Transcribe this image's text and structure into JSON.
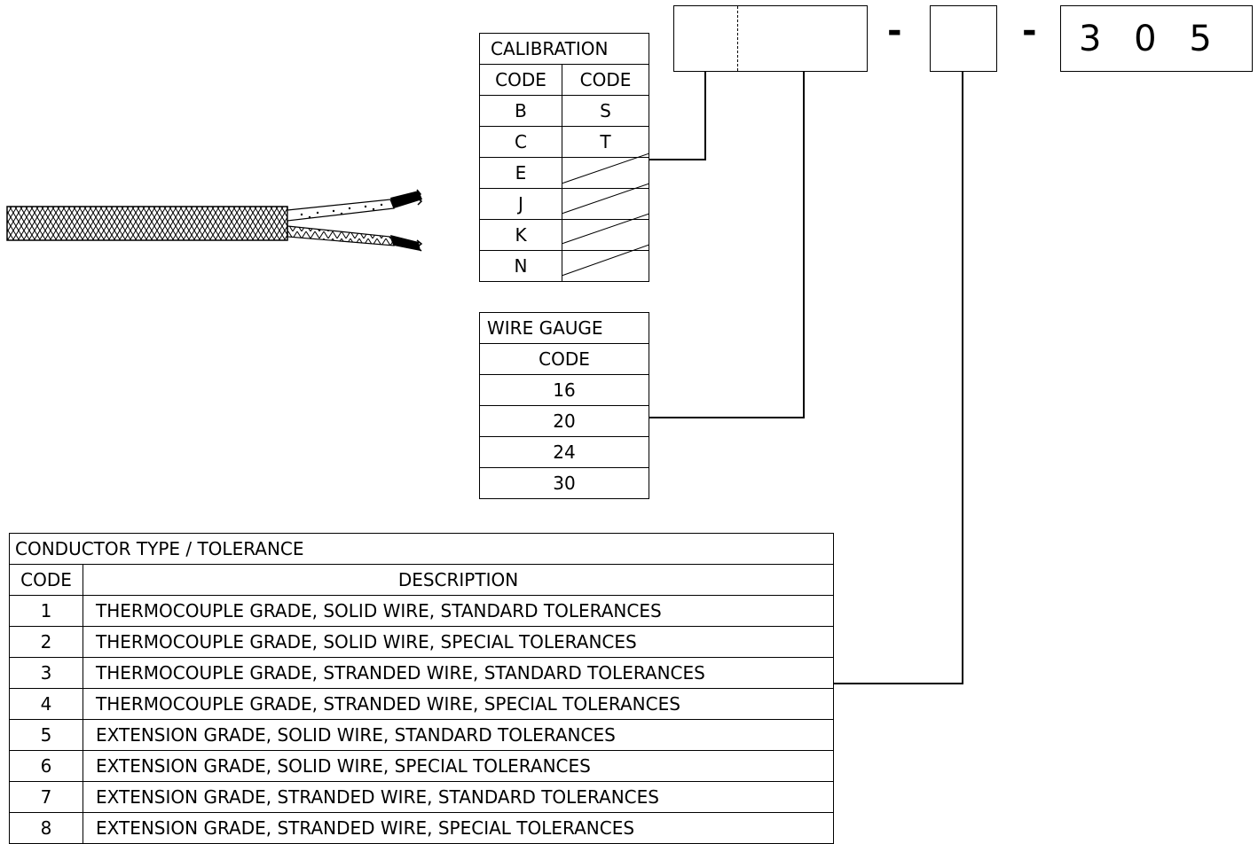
{
  "calibration": {
    "title": "CALIBRATION",
    "headers": [
      "CODE",
      "CODE"
    ],
    "rows": [
      [
        "B",
        "S"
      ],
      [
        "C",
        "T"
      ],
      [
        "E",
        ""
      ],
      [
        "J",
        ""
      ],
      [
        "K",
        ""
      ],
      [
        "N",
        ""
      ]
    ]
  },
  "wire_gauge": {
    "title": "WIRE GAUGE",
    "header": "CODE",
    "rows": [
      "16",
      "20",
      "24",
      "30"
    ]
  },
  "conductor": {
    "title": "CONDUCTOR TYPE / TOLERANCE",
    "code_header": "CODE",
    "desc_header": "DESCRIPTION",
    "rows": [
      {
        "code": "1",
        "desc": "THERMOCOUPLE GRADE, SOLID WIRE, STANDARD TOLERANCES"
      },
      {
        "code": "2",
        "desc": "THERMOCOUPLE GRADE, SOLID WIRE, SPECIAL TOLERANCES"
      },
      {
        "code": "3",
        "desc": "THERMOCOUPLE GRADE, STRANDED WIRE, STANDARD TOLERANCES"
      },
      {
        "code": "4",
        "desc": "THERMOCOUPLE GRADE, STRANDED WIRE, SPECIAL TOLERANCES"
      },
      {
        "code": "5",
        "desc": "EXTENSION GRADE, SOLID WIRE, STANDARD TOLERANCES"
      },
      {
        "code": "6",
        "desc": "EXTENSION GRADE, SOLID WIRE, SPECIAL TOLERANCES"
      },
      {
        "code": "7",
        "desc": "EXTENSION GRADE, STRANDED WIRE, STANDARD TOLERANCES"
      },
      {
        "code": "8",
        "desc": "EXTENSION GRADE, STRANDED WIRE, SPECIAL TOLERANCES"
      }
    ]
  },
  "part_number": {
    "separator": "-",
    "suffix": "3 0 5"
  },
  "icons": {
    "cable": "braided-thermocouple-cable-icon"
  }
}
